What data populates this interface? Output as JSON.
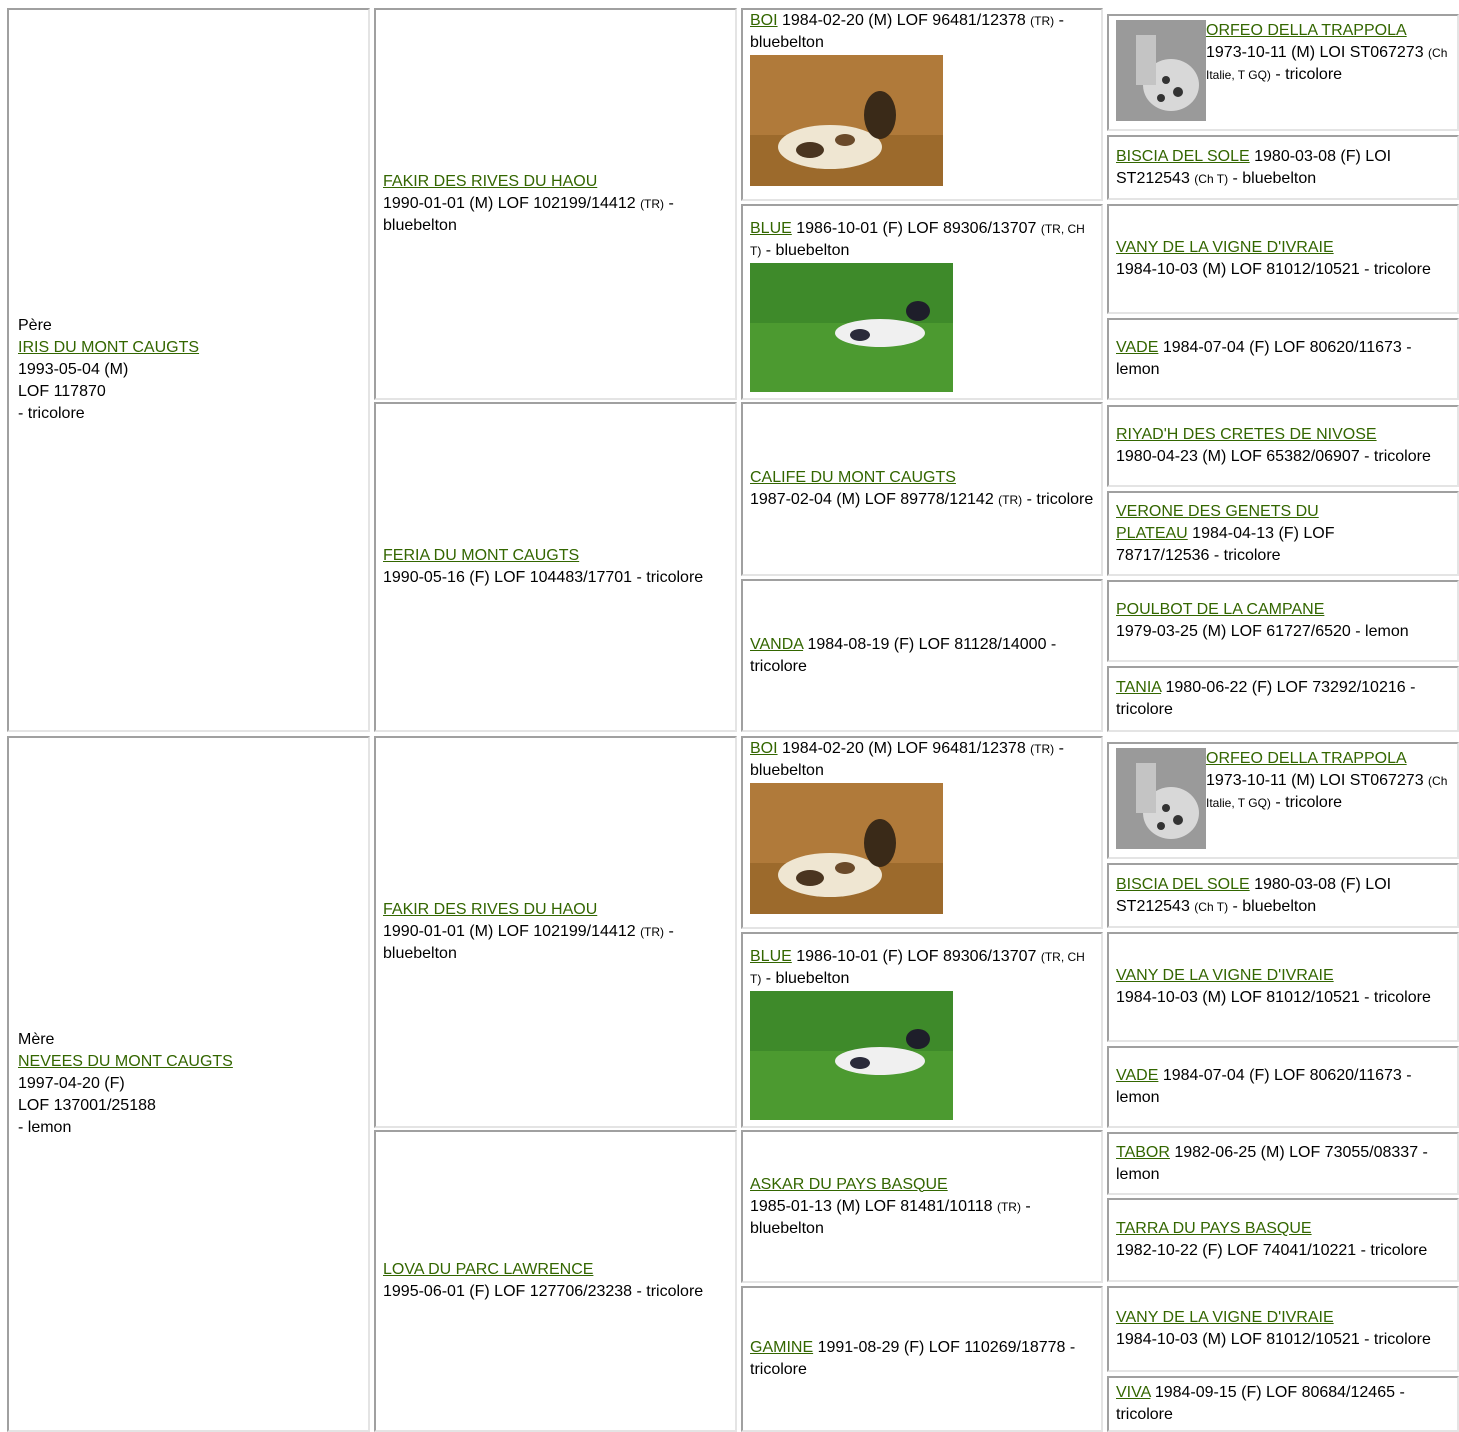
{
  "sire": {
    "role": "Père",
    "name": "IRIS DU MONT CAUGTS",
    "date": "1993-05-04 (M)",
    "reg": "LOF 117870",
    "color": "- tricolore"
  },
  "dam": {
    "role": "Mère",
    "name": "NEVEES DU MONT CAUGTS",
    "date": "1997-04-20 (F)",
    "reg": "LOF 137001/25188",
    "color": "- lemon"
  },
  "dogs": {
    "fakir_a": {
      "name": "FAKIR DES RIVES DU HAOU",
      "info": "1990-01-01 (M) LOF 102199/14412",
      "tag": "(TR)",
      "tail": " - bluebelton"
    },
    "feria": {
      "name": "FERIA DU MONT CAUGTS",
      "info": "1990-05-16 (F) LOF 104483/17701 - tricolore"
    },
    "fakir_b": {
      "name": "FAKIR DES RIVES DU HAOU",
      "info": "1990-01-01 (M) LOF 102199/14412",
      "tag": "(TR)",
      "tail": " - bluebelton"
    },
    "lova": {
      "name": "LOVA DU PARC LAWRENCE",
      "info": "1995-06-01 (F) LOF 127706/23238 - tricolore"
    },
    "boi_a": {
      "name": "BOI",
      "info": " 1984-02-20 (M) LOF 96481/12378 ",
      "tag": "(TR)",
      "tail": " - bluebelton"
    },
    "blue_a": {
      "name": "BLUE",
      "info": " 1986-10-01 (F) LOF 89306/13707 ",
      "tag": "(TR, CH T)",
      "tail": " - bluebelton"
    },
    "calife": {
      "name": "CALIFE DU MONT CAUGTS",
      "info": "1987-02-04 (M) LOF 89778/12142 ",
      "tag": "(TR)",
      "tail": " - tricolore"
    },
    "vanda": {
      "name": "VANDA",
      "info": " 1984-08-19 (F) LOF 81128/14000 - tricolore"
    },
    "boi_b": {
      "name": "BOI",
      "info": " 1984-02-20 (M) LOF 96481/12378 ",
      "tag": "(TR)",
      "tail": " - bluebelton"
    },
    "blue_b": {
      "name": "BLUE",
      "info": " 1986-10-01 (F) LOF 89306/13707 ",
      "tag": "(TR, CH T)",
      "tail": " - bluebelton"
    },
    "askar": {
      "name": "ASKAR DU PAYS BASQUE",
      "info": "1985-01-13 (M) LOF 81481/10118 ",
      "tag": "(TR)",
      "tail": " - bluebelton"
    },
    "gamine": {
      "name": "GAMINE",
      "info": " 1991-08-29 (F) LOF 110269/18778 - tricolore"
    },
    "orfeo_a": {
      "name": "ORFEO DELLA TRAPPOLA",
      "info": "1973-10-11 (M) LOI ST067273 ",
      "tag": "(Ch Italie, T GQ)",
      "tail": " - tricolore"
    },
    "biscia_a": {
      "name": "BISCIA DEL SOLE",
      "info": " 1980-03-08 (F) LOI ST212543 ",
      "tag": "(Ch T)",
      "tail": " - bluebelton"
    },
    "vany_a": {
      "name": "VANY DE LA VIGNE D'IVRAIE",
      "info": "1984-10-03 (M) LOF 81012/10521 - tricolore"
    },
    "vade_a": {
      "name": "VADE",
      "info": " 1984-07-04 (F) LOF 80620/11673 - lemon"
    },
    "riyad": {
      "name": "RIYAD'H DES CRETES DE NIVOSE",
      "info": "1980-04-23 (M) LOF 65382/06907 - tricolore"
    },
    "verone": {
      "name": "VERONE DES GENETS DU PLATEAU",
      "info": " 1984-04-13 (F) LOF 78717/12536 - tricolore"
    },
    "poulbot": {
      "name": "POULBOT DE LA CAMPANE",
      "info": "1979-03-25 (M) LOF 61727/6520 - lemon"
    },
    "tania": {
      "name": "TANIA",
      "info": " 1980-06-22 (F) LOF 73292/10216 - tricolore"
    },
    "orfeo_b": {
      "name": "ORFEO DELLA TRAPPOLA",
      "info": "1973-10-11 (M) LOI ST067273 ",
      "tag": "(Ch Italie, T GQ)",
      "tail": " - tricolore"
    },
    "biscia_b": {
      "name": "BISCIA DEL SOLE",
      "info": " 1980-03-08 (F) LOI ST212543 ",
      "tag": "(Ch T)",
      "tail": " - bluebelton"
    },
    "vany_b": {
      "name": "VANY DE LA VIGNE D'IVRAIE",
      "info": "1984-10-03 (M) LOF 81012/10521 - tricolore"
    },
    "vade_b": {
      "name": "VADE",
      "info": " 1984-07-04 (F) LOF 80620/11673 - lemon"
    },
    "tabor": {
      "name": "TABOR",
      "info": " 1982-06-25 (M) LOF 73055/08337 - lemon"
    },
    "tarra": {
      "name": "TARRA DU PAYS BASQUE",
      "info": "1982-10-22 (F) LOF 74041/10221 - tricolore"
    },
    "vany_c": {
      "name": "VANY DE LA VIGNE D'IVRAIE",
      "info": "1984-10-03 (M) LOF 81012/10521 - tricolore"
    },
    "viva": {
      "name": "VIVA",
      "info": " 1984-09-15 (F) LOF 80684/12465 - tricolore"
    }
  },
  "colors": {
    "link": "#336600",
    "border_dark": "#a0a0a0",
    "border_light": "#e4e4e4"
  }
}
